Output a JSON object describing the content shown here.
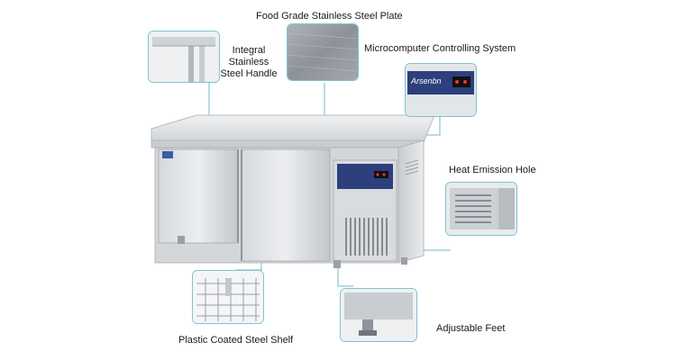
{
  "labels": {
    "steel_plate": "Food Grade Stainless Steel Plate",
    "controller": "Microcomputer Controlling System",
    "handle_line1": "Integral",
    "handle_line2": "Stainless",
    "handle_line3": "Steel Handle",
    "heat_hole": "Heat Emission Hole",
    "feet": "Adjustable Feet",
    "shelf": "Plastic Coated Steel Shelf"
  },
  "brand": "Arsenbn",
  "colors": {
    "steel_light": "#e6e8ea",
    "steel_mid": "#c7cbcf",
    "steel_dark": "#9aa0a6",
    "panel_blue": "#2d3f7c",
    "callout_border": "#7ec3cf"
  }
}
